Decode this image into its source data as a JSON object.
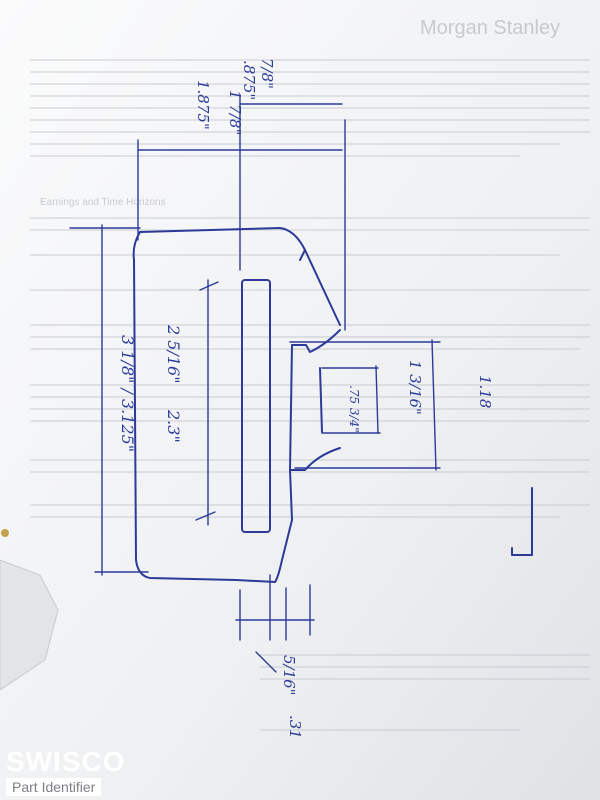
{
  "document": {
    "header": "Morgan Stanley",
    "section_heading": "Earnings and Time Horizons"
  },
  "drawing": {
    "labels": {
      "top_fraction": "7/8\"",
      "top_decimal": ".875\"",
      "second_fraction": "1 7/8\"",
      "second_decimal": "1.875\"",
      "inner_fraction": "2 5/16\"",
      "inner_decimal": "2.3\"",
      "overall": "3 1/8\" / 3.125\"",
      "slot_small": ".75 3/4\"",
      "slot_large": "1 3/16\"",
      "slot_decimal": "1.18",
      "bottom_fraction": "5/16\"",
      "bottom_decimal": ".31"
    }
  },
  "brand": {
    "name": "SWISCO",
    "subtitle": "Part Identifier"
  },
  "colors": {
    "ink": "#2c3a9a",
    "paper": "#f4f5f6"
  }
}
